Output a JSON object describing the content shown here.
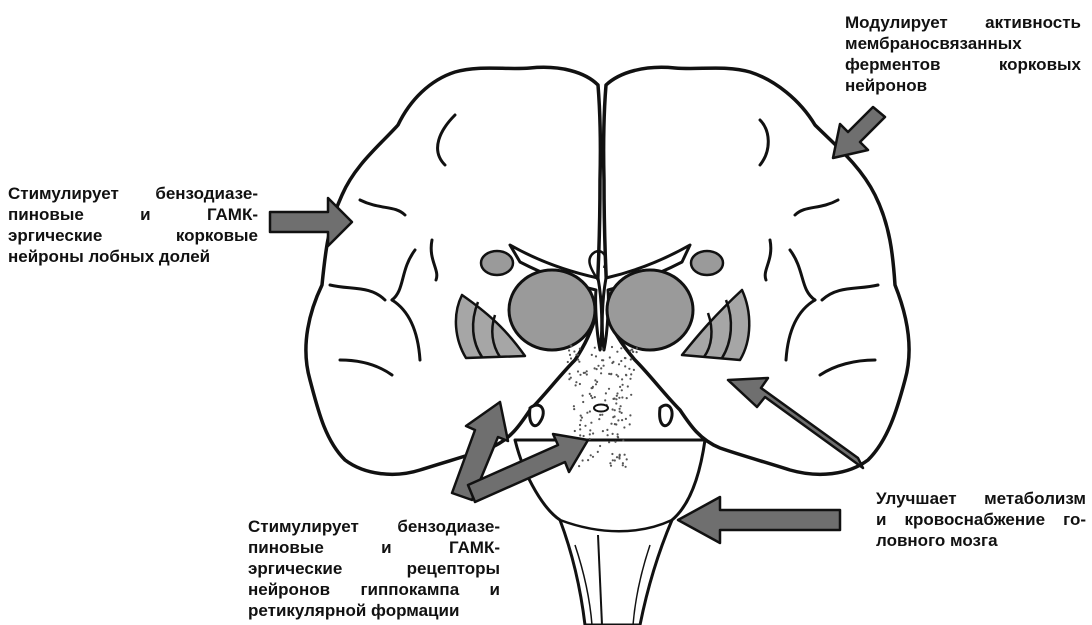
{
  "colors": {
    "outline": "#111111",
    "arrow_fill": "#6f6f6f",
    "thalamus_fill": "#9a9a9a",
    "basal_ganglia_fill": "#a6a6a6",
    "background": "#ffffff"
  },
  "annotations": {
    "top_right": {
      "lines": [
        "Модулирует активность",
        "мембраносвязанных",
        "ферментов   корковых",
        "нейронов"
      ]
    },
    "left": {
      "lines": [
        "Стимулирует бензодиазе-",
        "пиновые   и   ГАМК-",
        "эргические   корковые",
        "нейроны лобных долей"
      ]
    },
    "bottom": {
      "lines": [
        "Стимулирует бензодиазе-",
        "пиновые   и   ГАМК-",
        "эргические   рецепторы",
        "нейронов гиппокампа и",
        "ретикулярной формации"
      ]
    },
    "right": {
      "lines": [
        "Улучшает метаболизм",
        "и кровоснабжение го-",
        "ловного мозга"
      ]
    }
  }
}
